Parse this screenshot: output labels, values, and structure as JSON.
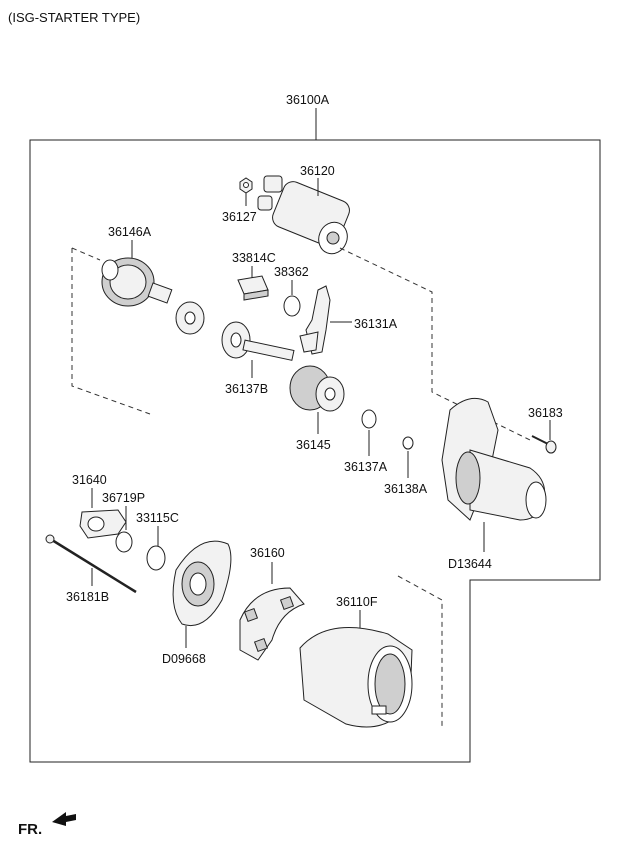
{
  "header": {
    "title": "(ISG-STARTER TYPE)"
  },
  "assembly": {
    "label": "36100A"
  },
  "parts": {
    "p36120": "36120",
    "p36127": "36127",
    "p36146A": "36146A",
    "p33814C": "33814C",
    "p38362": "38362",
    "p36131A": "36131A",
    "p36137B": "36137B",
    "p36145": "36145",
    "p36137A": "36137A",
    "p36138A": "36138A",
    "p36183": "36183",
    "pD13644": "D13644",
    "p31640": "31640",
    "p36719P": "36719P",
    "p33115C": "33115C",
    "p36181B": "36181B",
    "p36160": "36160",
    "pD09668": "D09668",
    "p36110F": "36110F"
  },
  "footer": {
    "direction_label": "FR."
  },
  "icons": {
    "direction": "arrow-icon"
  }
}
